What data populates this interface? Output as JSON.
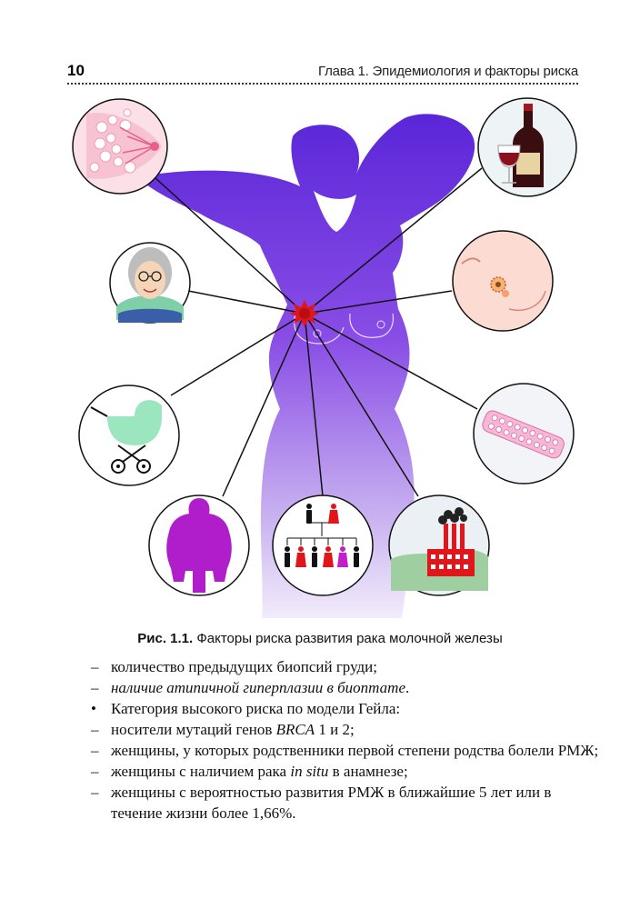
{
  "header": {
    "page_number": "10",
    "chapter_title": "Глава 1. Эпидемиология и факторы риска"
  },
  "figure": {
    "caption_label": "Рис. 1.1.",
    "caption_text": " Факторы риска развития рака молочной железы",
    "colors": {
      "silhouette_top": "#6a2ee0",
      "silhouette_bottom": "#e8dcf8",
      "tumor": "#e0161b",
      "circle_border": "#111111"
    },
    "icons": [
      "breast-tissue-icon",
      "wine-bottle-icon",
      "elderly-woman-icon",
      "breast-lump-icon",
      "baby-stroller-icon",
      "pill-blister-icon",
      "obese-woman-icon",
      "family-tree-icon",
      "factory-icon"
    ]
  },
  "list": {
    "items": [
      {
        "marker": "–",
        "parts": [
          {
            "text": "количество предыдущих биопсий груди;",
            "italic": false
          }
        ]
      },
      {
        "marker": "–",
        "parts": [
          {
            "text": "наличие атипичной гиперплазии в биоптате",
            "italic": true
          },
          {
            "text": ".",
            "italic": false
          }
        ]
      },
      {
        "marker": "•",
        "parts": [
          {
            "text": "Категория высокого риска по модели Гейла:",
            "italic": false
          }
        ]
      },
      {
        "marker": "–",
        "parts": [
          {
            "text": "носители мутаций генов ",
            "italic": false
          },
          {
            "text": "BRCA",
            "italic": true
          },
          {
            "text": " 1 и 2;",
            "italic": false
          }
        ]
      },
      {
        "marker": "–",
        "parts": [
          {
            "text": "женщины, у которых родственники первой степени родства болели РМЖ;",
            "italic": false
          }
        ]
      },
      {
        "marker": "–",
        "parts": [
          {
            "text": "женщины с наличием рака ",
            "italic": false
          },
          {
            "text": "in situ",
            "italic": true
          },
          {
            "text": " в анамнезе;",
            "italic": false
          }
        ]
      },
      {
        "marker": "–",
        "parts": [
          {
            "text": "женщины с вероятностью развития РМЖ в ближайшие 5 лет или в течение жизни более 1,66%.",
            "italic": false
          }
        ]
      }
    ]
  }
}
